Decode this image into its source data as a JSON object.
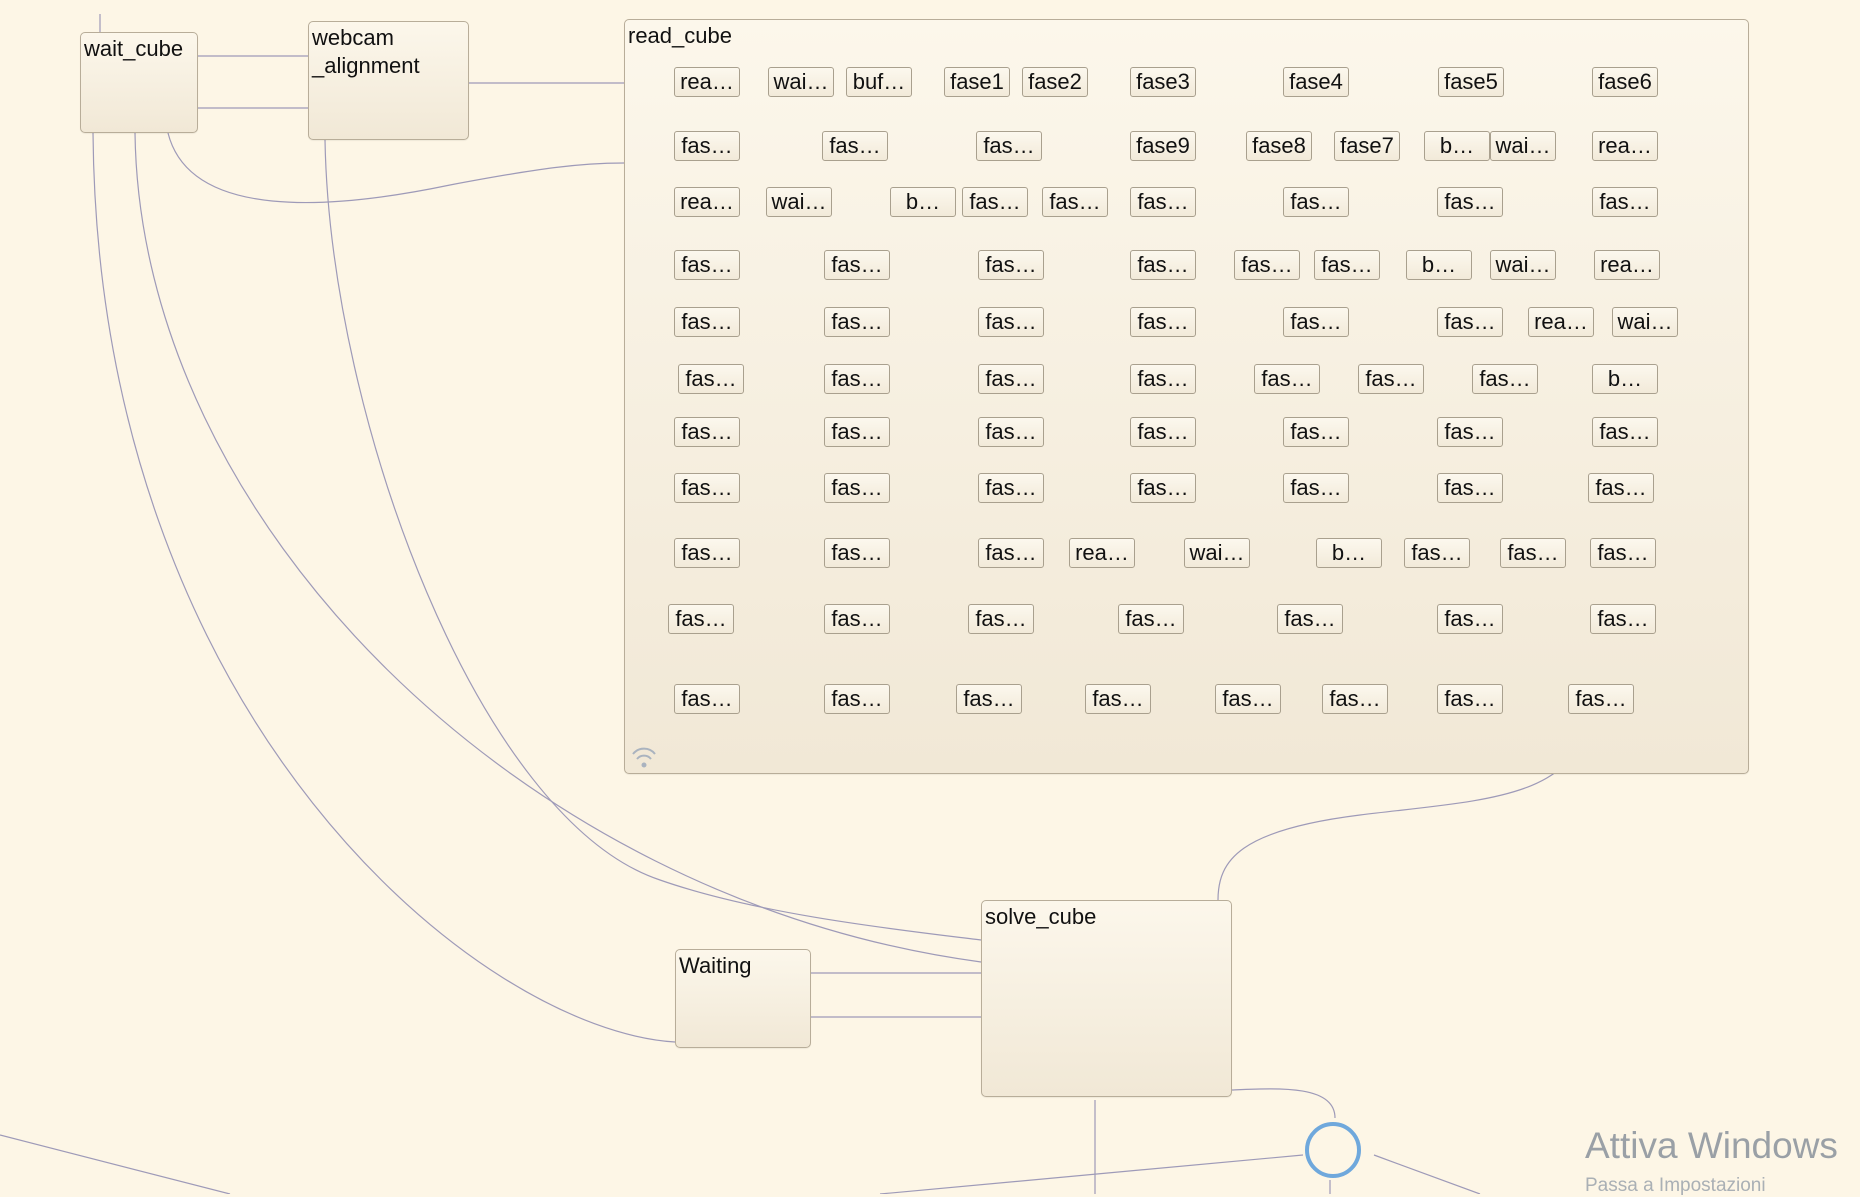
{
  "diagram": {
    "states": {
      "wait_cube": "wait_cube",
      "webcam_alignment": "webcam\n_alignment",
      "read_cube": "read_cube",
      "solve_cube": "solve_cube",
      "waiting": "Waiting"
    },
    "read_cube_substates": [
      [
        "rea…",
        "wai…",
        "buf…",
        "fase1",
        "fase2",
        "fase3",
        "fase4",
        "fase5",
        "fase6"
      ],
      [
        "fas…",
        "fas…",
        "fas…",
        "fase9",
        "fase8",
        "fase7",
        "b…",
        "wai…",
        "rea…"
      ],
      [
        "rea…",
        "wai…",
        "b…",
        "fas…",
        "fas…",
        "fas…",
        "fas…",
        "fas…",
        "fas…"
      ],
      [
        "fas…",
        "fas…",
        "fas…",
        "fas…",
        "fas…",
        "fas…",
        "b…",
        "wai…",
        "rea…"
      ],
      [
        "fas…",
        "fas…",
        "fas…",
        "fas…",
        "fas…",
        "fas…",
        "rea…",
        "wai…"
      ],
      [
        "fas…",
        "fas…",
        "fas…",
        "fas…",
        "fas…",
        "fas…",
        "fas…",
        "b…"
      ],
      [
        "fas…",
        "fas…",
        "fas…",
        "fas…",
        "fas…",
        "fas…",
        "fas…"
      ],
      [
        "fas…",
        "fas…",
        "fas…",
        "fas…",
        "fas…",
        "fas…",
        "fas…"
      ],
      [
        "fas…",
        "fas…",
        "fas…",
        "rea…",
        "wai…",
        "b…",
        "fas…",
        "fas…",
        "fas…"
      ],
      [
        "fas…",
        "fas…",
        "fas…",
        "fas…",
        "fas…",
        "fas…",
        "fas…"
      ],
      [
        "fas…",
        "fas…",
        "fas…",
        "fas…",
        "fas…",
        "fas…",
        "fas…",
        "fas…"
      ]
    ],
    "colors": {
      "background": "#fdf6e6",
      "state_border": "#b8ad99",
      "wire": "#9e9ab8",
      "connector": "#6fa8dc"
    }
  },
  "watermark": {
    "line1": "Attiva Windows",
    "line2": "Passa a Impostazioni"
  }
}
